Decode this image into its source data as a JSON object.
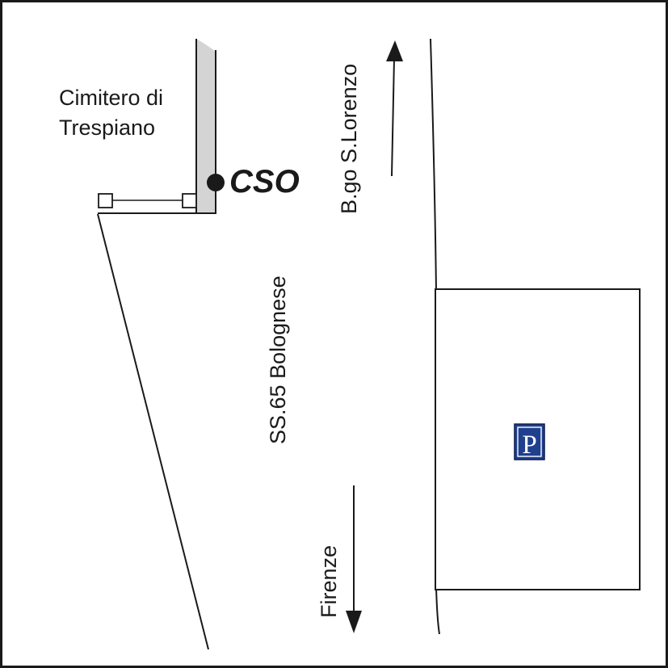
{
  "map": {
    "labels": {
      "cemetery": [
        "Cimitero di",
        "Trespiano"
      ],
      "cso": "CSO",
      "borgo": "B.go S.Lorenzo",
      "road": "SS.65 Bolognese",
      "firenze": "Firenze",
      "parking": "P"
    },
    "colors": {
      "ink": "#1a1a1a",
      "road_fill": "#d4d4d4",
      "parking_sign_bg": "#1f3f8f",
      "parking_sign_fg": "#ffffff"
    },
    "icons": {
      "cso_marker": "filled-circle-icon",
      "north_arrow": "arrow-up-icon",
      "south_arrow": "arrow-down-icon",
      "parking": "parking-sign-icon"
    }
  }
}
